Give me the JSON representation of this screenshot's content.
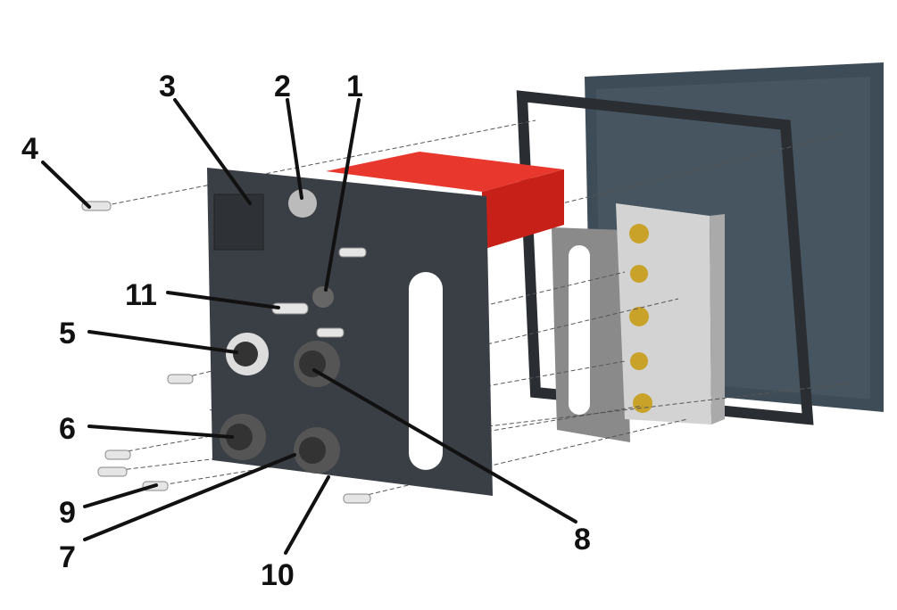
{
  "callouts": [
    {
      "id": "1",
      "label": "1"
    },
    {
      "id": "2",
      "label": "2"
    },
    {
      "id": "3",
      "label": "3"
    },
    {
      "id": "4",
      "label": "4"
    },
    {
      "id": "5",
      "label": "5"
    },
    {
      "id": "6",
      "label": "6"
    },
    {
      "id": "7",
      "label": "7"
    },
    {
      "id": "8",
      "label": "8"
    },
    {
      "id": "9",
      "label": "9"
    },
    {
      "id": "10",
      "label": "10"
    },
    {
      "id": "11",
      "label": "11"
    }
  ],
  "colors": {
    "panel": "#3a3f45",
    "housing": "#3e4c57",
    "bracket": "#d9251c",
    "connector": "#c9a22a",
    "block": "#cfcfcf"
  }
}
